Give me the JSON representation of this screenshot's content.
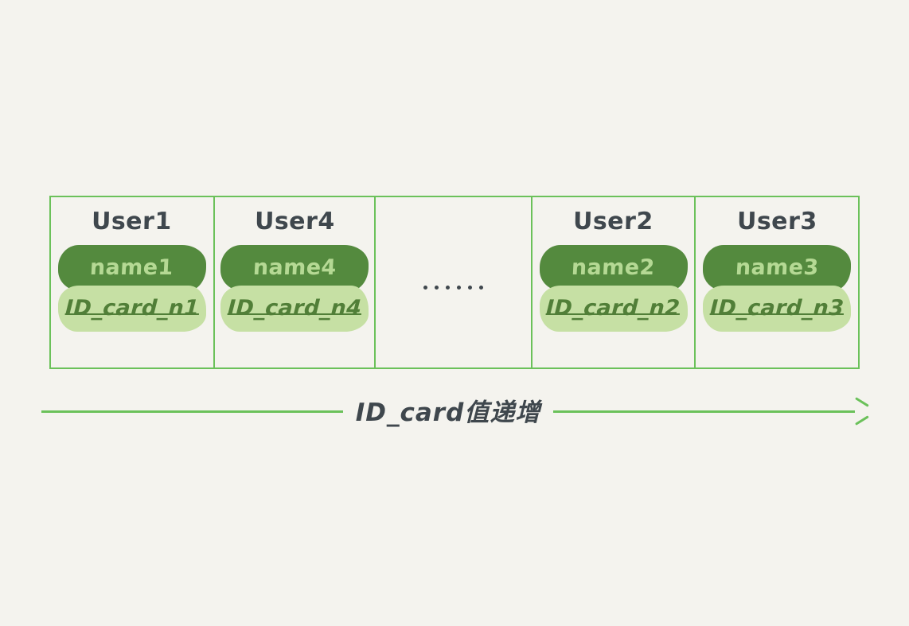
{
  "diagram": {
    "title_text": "ID_card值递增",
    "colors": {
      "background": "#f4f3ee",
      "border_green": "#6bc15a",
      "pill_dark_green": "#548a3e",
      "pill_light_green": "#c6e0a4",
      "text_dark_slate": "#3f474d",
      "text_on_dark_pill": "#b5d994",
      "text_on_light_pill": "#517f38"
    },
    "cells": [
      {
        "kind": "user",
        "title": "User1",
        "name": "name1",
        "id_card": "ID_card_n1"
      },
      {
        "kind": "user",
        "title": "User4",
        "name": "name4",
        "id_card": "ID_card_n4"
      },
      {
        "kind": "ellipsis",
        "dots": 6
      },
      {
        "kind": "user",
        "title": "User2",
        "name": "name2",
        "id_card": "ID_card_n2"
      },
      {
        "kind": "user",
        "title": "User3",
        "name": "name3",
        "id_card": "ID_card_n3"
      }
    ],
    "arrow": {
      "label": "ID_card值递增",
      "direction": "right",
      "head_icon": "arrow-right-icon"
    }
  }
}
